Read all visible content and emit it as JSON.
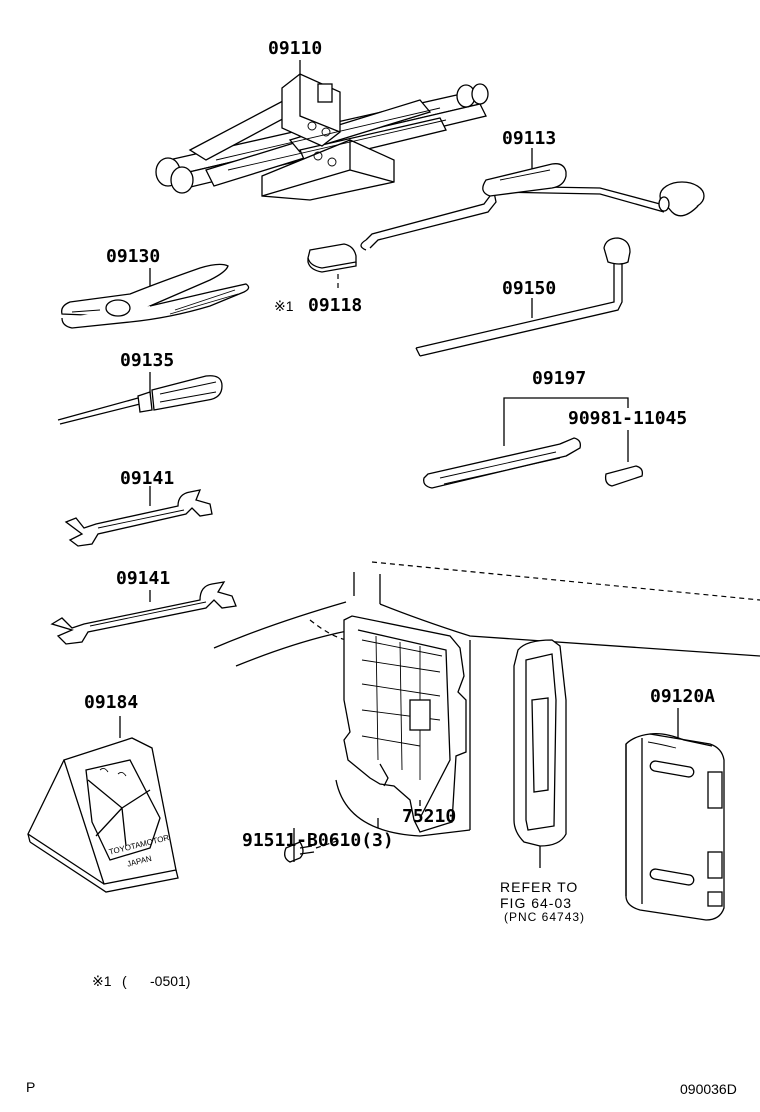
{
  "parts": {
    "jack": "09110",
    "jack_handle": "09113",
    "handle_cap": "09118",
    "handle_cap_mark": "※1",
    "pliers": "09130",
    "screwdriver": "09135",
    "wrench_a": "09141",
    "wrench_b": "09141",
    "wheel_wrench": "09150",
    "bulb_tool": "09197",
    "bulb_tool_sub": "90981-11045",
    "triangle": "09184",
    "triangle_text_1": "TOYOTAMOTOR",
    "triangle_text_2": "JAPAN",
    "tool_box": "75210",
    "screw": "91511-B0610(3)",
    "kit_case": "09120A"
  },
  "refer": {
    "line1": "REFER TO",
    "line2": "FIG 64-03",
    "line3": "(PNC 64743)"
  },
  "footnote": {
    "mark": "※1",
    "range": "(      -0501)"
  },
  "footer": {
    "left": "P",
    "right": "090036D"
  }
}
